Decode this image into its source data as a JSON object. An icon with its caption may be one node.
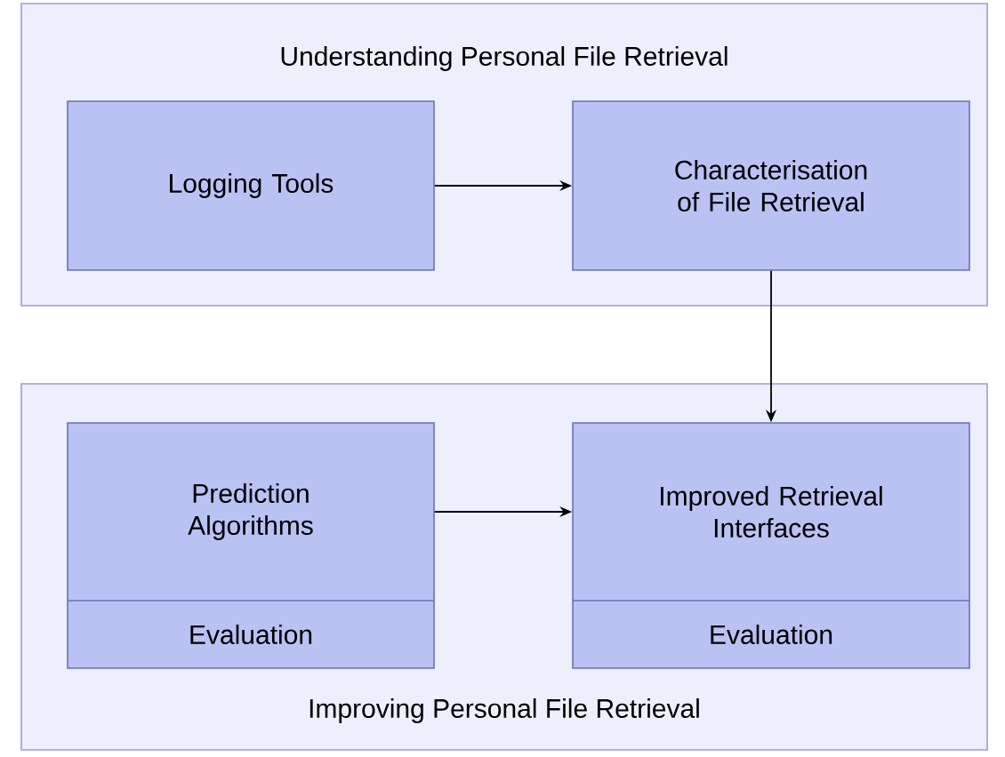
{
  "diagram": {
    "nodes": [
      {
        "text": [
          "Understanding Personal File Retrieval"
        ]
      },
      {
        "text": [
          "Logging Tools"
        ],
        "in": 0
      },
      {
        "text": [
          "Characterisation of File Retrieval"
        ],
        "in": 0
      },
      {
        "text": [
          "Improving Personal File Retrieval"
        ]
      },
      {
        "text": [
          "Prediction Algorithms",
          "Evaluation"
        ],
        "in": 3
      },
      {
        "text": [
          "Improved Retrieval Interfaces",
          "Evaluation"
        ],
        "in": 3
      }
    ],
    "edges": [
      {
        "from": 1,
        "to": 2,
        "arrow": "to"
      },
      {
        "from": 2,
        "to": 5,
        "arrow": "to"
      },
      {
        "from": 4,
        "to": 5,
        "arrow": "to"
      }
    ]
  }
}
